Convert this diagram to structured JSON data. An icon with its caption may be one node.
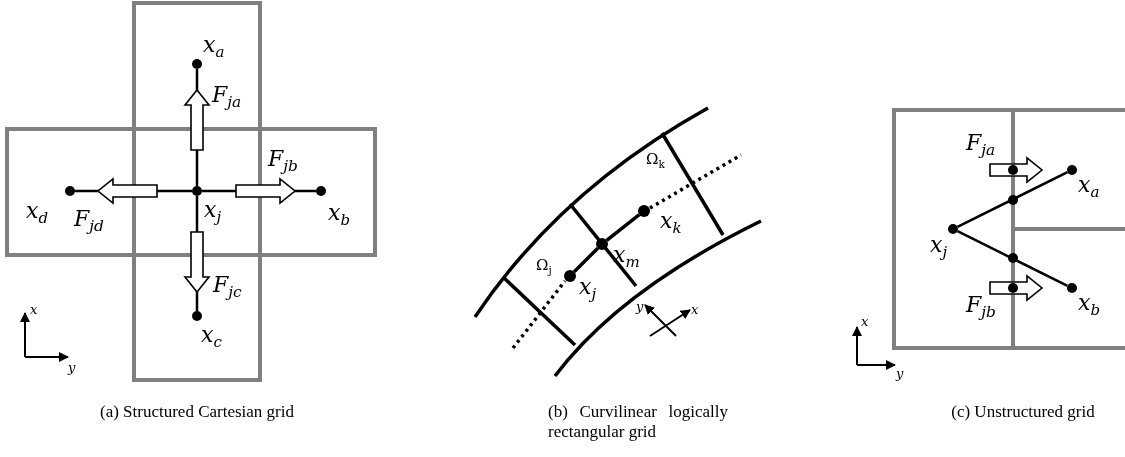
{
  "diagram": {
    "nodes": [
      {
        "text": [
          "x$_{a}$"
        ]
      },
      {
        "text": [
          "x$_{b}$"
        ]
      },
      {
        "text": [
          "x$_{c}$"
        ]
      },
      {
        "text": [
          "x$_{d}$"
        ]
      },
      {
        "text": [
          "x$_{j}$"
        ]
      },
      {
        "text": [
          "x$_{j}$"
        ]
      },
      {
        "text": [
          "x$_{m}$"
        ]
      },
      {
        "text": [
          "x$_{k}$"
        ]
      },
      {
        "text": [
          "x$_{j}$"
        ]
      },
      {
        "text": [
          "x$_{a}$"
        ]
      },
      {
        "text": [
          "x$_{b}$"
        ]
      }
    ],
    "edges": [
      {
        "from": 4,
        "to": 0,
        "arrow": "none"
      },
      {
        "from": 4,
        "to": 1,
        "arrow": "none"
      },
      {
        "from": 4,
        "to": 2,
        "arrow": "none"
      },
      {
        "from": 4,
        "to": 3,
        "arrow": "none"
      },
      {
        "from": 5,
        "to": 6,
        "arrow": "none"
      },
      {
        "from": 6,
        "to": 7,
        "arrow": "none"
      },
      {
        "from": 8,
        "to": 9,
        "arrow": "none"
      },
      {
        "from": 8,
        "to": 10,
        "arrow": "none"
      }
    ],
    "labels": [
      "F$_{ja}$",
      "F$_{jb}$",
      "F$_{jd}$",
      "F$_{jc}$",
      "x",
      "y",
      "Ω$_{k}$",
      "Ω$_{j}$",
      "y",
      "x",
      "F$_{ja}$",
      "F$_{jb}$",
      "x",
      "y",
      "(a) Structured Cartesian grid",
      "(b) Curvilinear logically rectangular grid",
      "(c) Unstructured grid"
    ]
  }
}
